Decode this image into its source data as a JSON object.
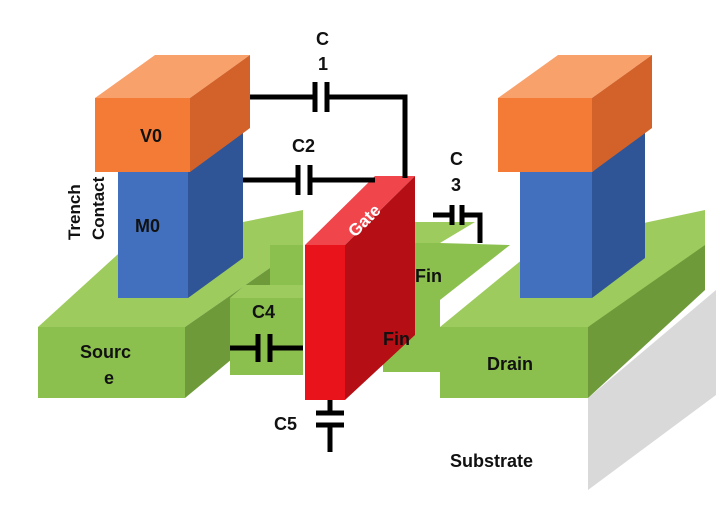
{
  "labels": {
    "v0": "V0",
    "m0": "M0",
    "trench_contact": [
      "Trench",
      "Contact"
    ],
    "gate": "Gate",
    "fin_upper": "Fin",
    "fin_lower": "Fin",
    "source": [
      "Sourc",
      "e"
    ],
    "drain": "Drain",
    "substrate": "Substrate",
    "c1": [
      "C",
      "1"
    ],
    "c2": "C2",
    "c3": [
      "C",
      "3"
    ],
    "c4": "C4",
    "c5": "C5"
  },
  "colors": {
    "orange_front": "#F47B36",
    "orange_top": "#F9A16B",
    "orange_side": "#D2622A",
    "blue_front": "#4270BF",
    "blue_side": "#2F5597",
    "green_front": "#8CC04E",
    "green_top": "#9DCB5E",
    "green_side": "#6E9A3A",
    "red_front": "#E8131B",
    "red_top": "#F0454B",
    "red_side": "#B50E14",
    "substrate": "#D9D9D9",
    "wire": "#000000"
  }
}
